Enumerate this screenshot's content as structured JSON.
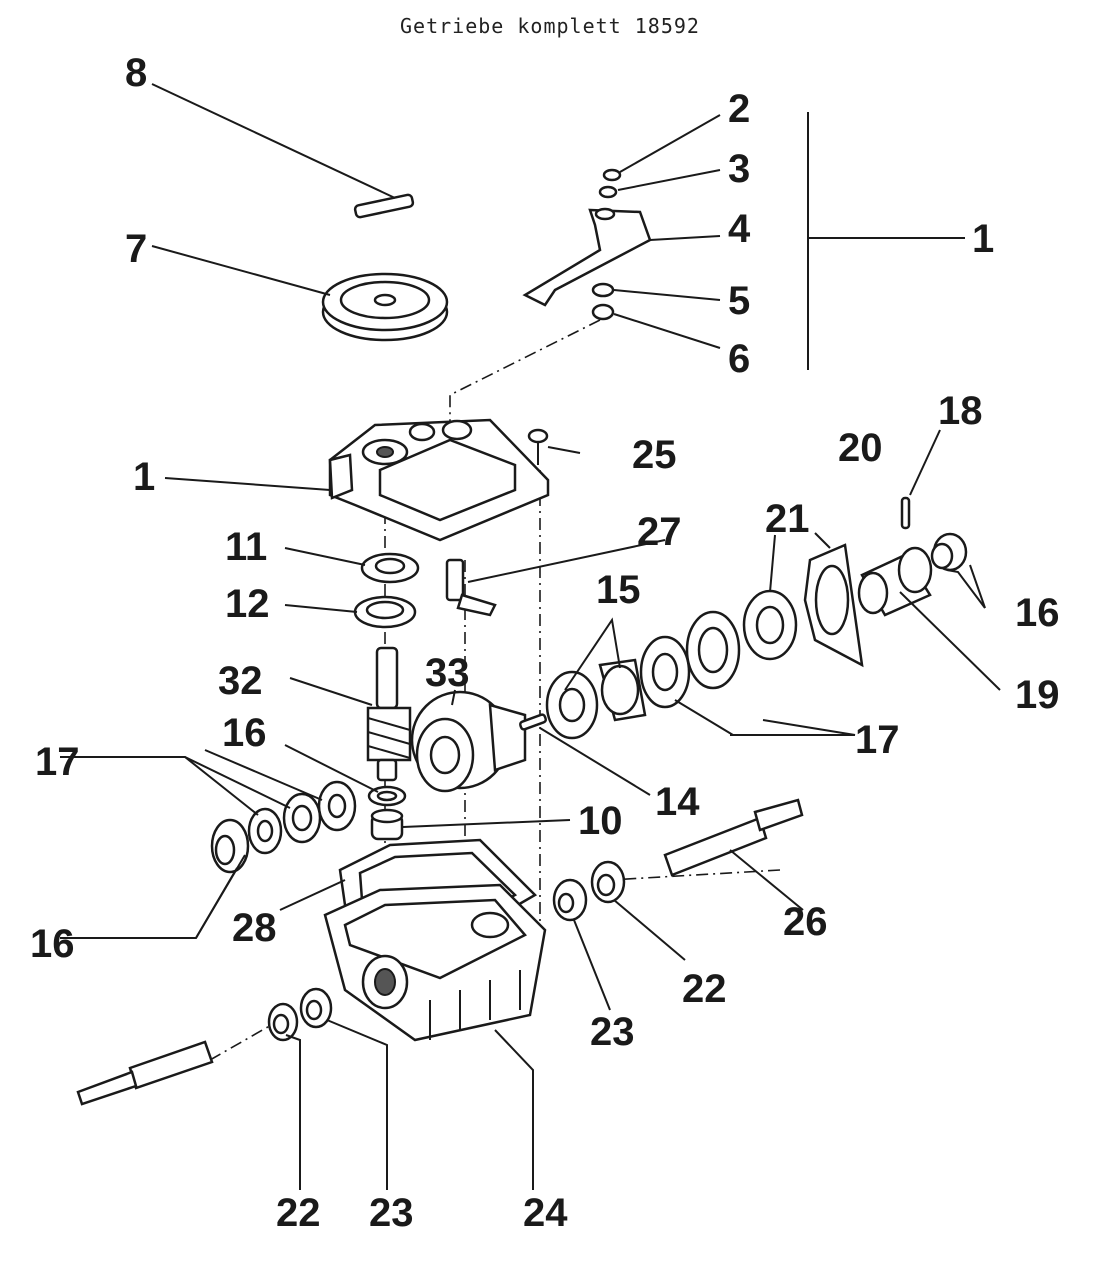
{
  "title": "Getriebe komplett 18592",
  "labels": {
    "n1_bracket": "1",
    "n1_housing": "1",
    "n2": "2",
    "n3": "3",
    "n4": "4",
    "n5": "5",
    "n6": "6",
    "n7": "7",
    "n8": "8",
    "n10": "10",
    "n11": "11",
    "n12": "12",
    "n14": "14",
    "n15": "15",
    "n16_right": "16",
    "n16_mid": "16",
    "n16_left": "16",
    "n17_left": "17",
    "n17_right": "17",
    "n18": "18",
    "n19": "19",
    "n20": "20",
    "n21": "21",
    "n22_right": "22",
    "n22_bottom": "22",
    "n23_right": "23",
    "n23_bottom": "23",
    "n24": "24",
    "n25": "25",
    "n26": "26",
    "n27": "27",
    "n28": "28",
    "n32": "32",
    "n33": "33"
  }
}
